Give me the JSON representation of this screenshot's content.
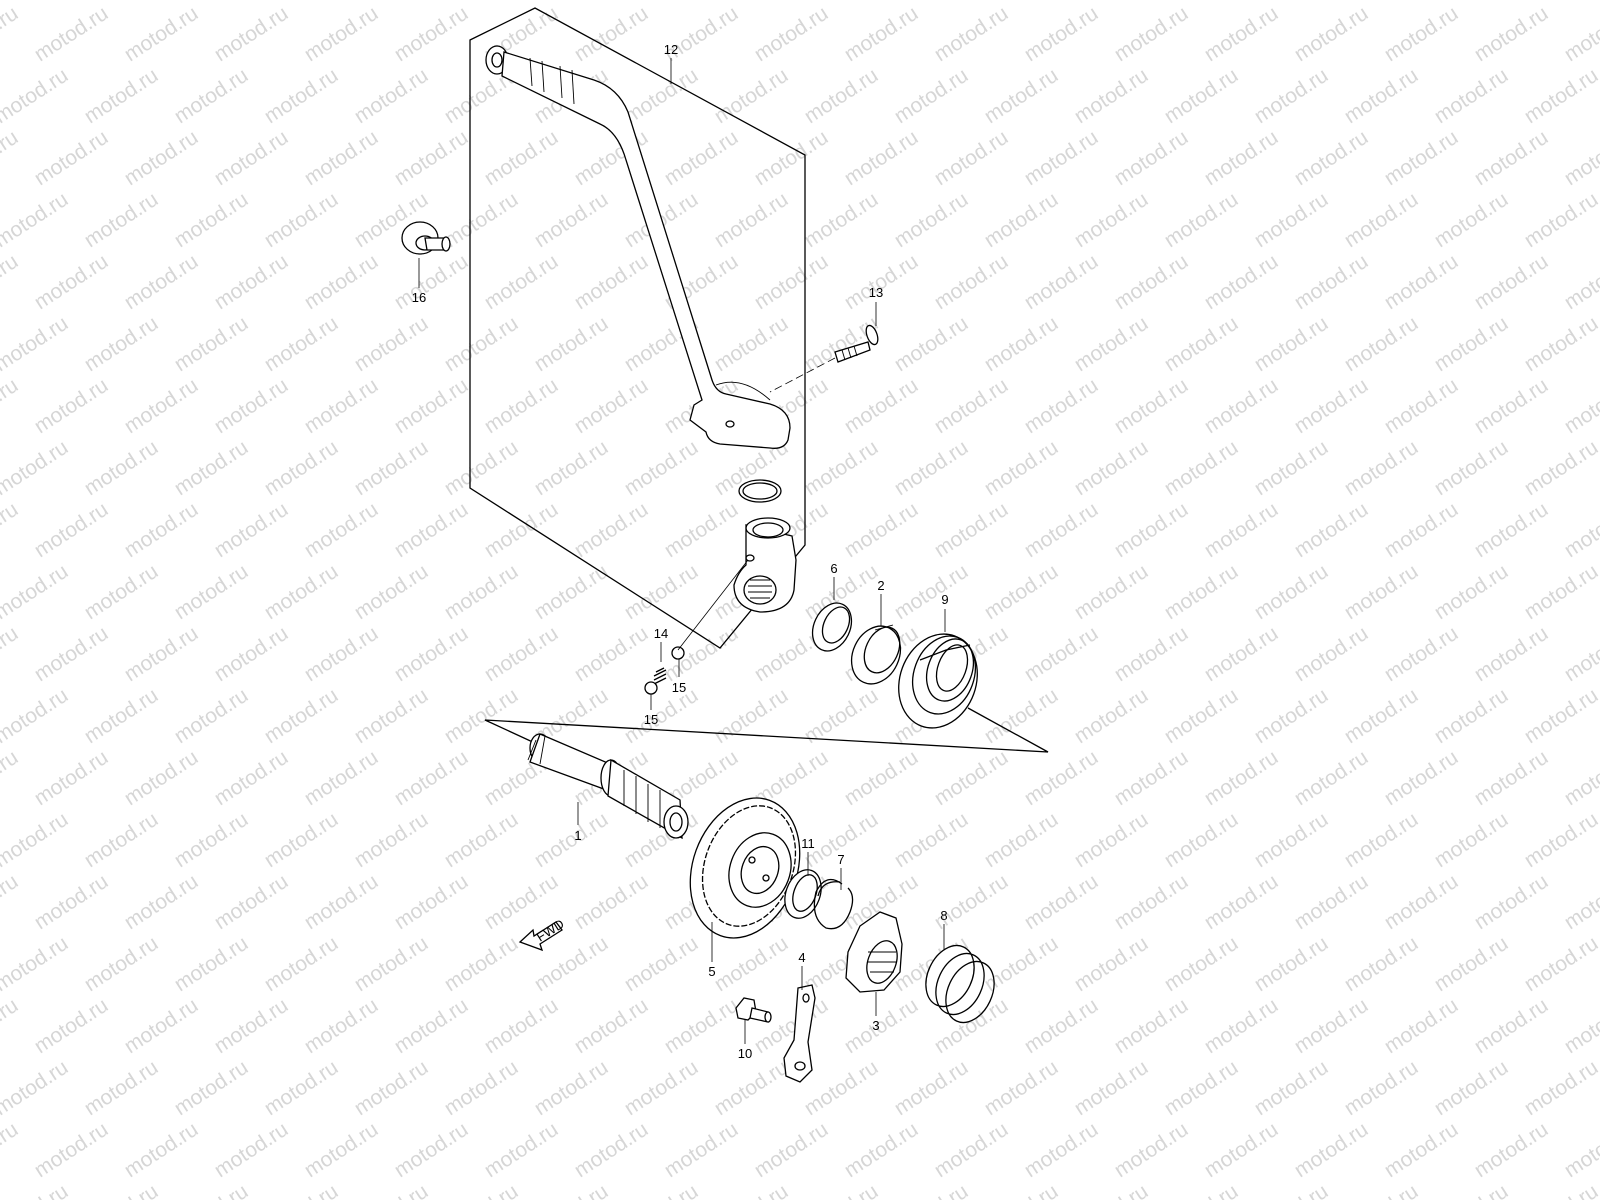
{
  "watermark": "motod.ru",
  "fwd_label": "FWD",
  "callouts": [
    {
      "id": "1",
      "label": "1"
    },
    {
      "id": "2",
      "label": "2"
    },
    {
      "id": "3",
      "label": "3"
    },
    {
      "id": "4",
      "label": "4"
    },
    {
      "id": "5",
      "label": "5"
    },
    {
      "id": "6",
      "label": "6"
    },
    {
      "id": "7",
      "label": "7"
    },
    {
      "id": "8",
      "label": "8"
    },
    {
      "id": "9",
      "label": "9"
    },
    {
      "id": "10",
      "label": "10"
    },
    {
      "id": "11",
      "label": "11"
    },
    {
      "id": "12",
      "label": "12"
    },
    {
      "id": "13",
      "label": "13"
    },
    {
      "id": "14",
      "label": "14"
    },
    {
      "id": "15a",
      "label": "15"
    },
    {
      "id": "15b",
      "label": "15"
    },
    {
      "id": "16",
      "label": "16"
    }
  ]
}
